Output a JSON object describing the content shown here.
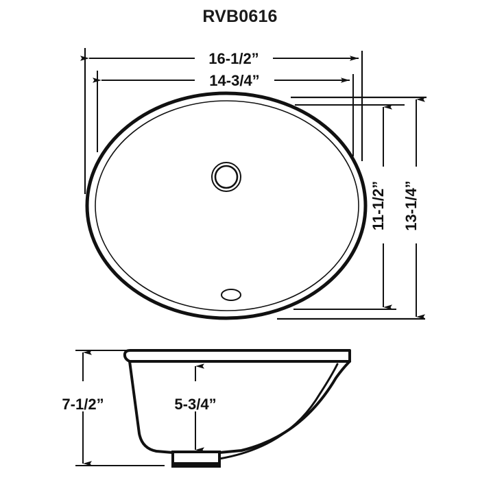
{
  "title": "RVB0616",
  "drawing": {
    "product_type": "undermount-oval-sink",
    "views": [
      {
        "name": "top-view",
        "label": "top view"
      },
      {
        "name": "side-section-view",
        "label": "cross section side view"
      }
    ]
  },
  "dimensions": {
    "top_outer_width": "16-1/2”",
    "top_inner_width": "14-3/4”",
    "right_outer_height": "13-1/4”",
    "right_inner_height": "11-1/2”",
    "side_total_height": "7-1/2”",
    "side_bowl_depth": "5-3/4”"
  },
  "colors": {
    "line": "#111111",
    "text": "#111111",
    "background": "#ffffff"
  },
  "features": {
    "drain_hole": "drain-opening",
    "overflow_hole": "overflow-opening",
    "rim": "mounting-rim",
    "outlet": "drain-outlet"
  }
}
